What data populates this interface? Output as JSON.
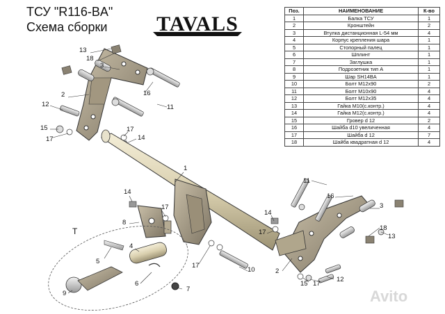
{
  "header": {
    "title_line1": "ТСУ  \"R116-BA\"",
    "title_line2": "Схема сборки",
    "logo": "TAVALS"
  },
  "parts_table": {
    "columns": [
      "Поз.",
      "НАИМЕНОВАНИЕ",
      "К-во"
    ],
    "rows": [
      [
        "1",
        "Балка ТСУ",
        "1"
      ],
      [
        "2",
        "Кронштейн",
        "2"
      ],
      [
        "3",
        "Втулка дистанционная L-54 мм",
        "4"
      ],
      [
        "4",
        "Корпус крепления шара",
        "1"
      ],
      [
        "5",
        "Стопорный палец",
        "1"
      ],
      [
        "6",
        "Шплинт",
        "1"
      ],
      [
        "7",
        "Заглушка",
        "1"
      ],
      [
        "8",
        "Подрозетник тип A",
        "1"
      ],
      [
        "9",
        "Шар SH14BA",
        "1"
      ],
      [
        "10",
        "Болт M12x90",
        "2"
      ],
      [
        "11",
        "Болт M10x90",
        "4"
      ],
      [
        "12",
        "Болт M12x35",
        "4"
      ],
      [
        "13",
        "Гайка M10(с.контр.)",
        "4"
      ],
      [
        "14",
        "Гайка M12(с.контр.)",
        "4"
      ],
      [
        "15",
        "Гровер d 12",
        "2"
      ],
      [
        "16",
        "Шайба d10 увеличенная",
        "4"
      ],
      [
        "17",
        "Шайба d 12",
        "7"
      ],
      [
        "18",
        "Шайба квадратная d 12",
        "4"
      ]
    ]
  },
  "callouts": {
    "c13a": "13",
    "c18a": "18",
    "c3a": "3",
    "c2a": "2",
    "c16a": "16",
    "c11a": "11",
    "c12a": "12",
    "c15a": "15",
    "c17a": "17",
    "c17b": "17",
    "c14a": "14",
    "c1": "1",
    "c14b": "14",
    "c17c": "17",
    "c8": "8",
    "cT": "T",
    "c5": "5",
    "c4": "4",
    "c6": "6",
    "c9": "9",
    "c17d": "17",
    "c10": "10",
    "c7": "7",
    "c11b": "11",
    "c16b": "16",
    "c3b": "3",
    "c18b": "18",
    "c13b": "13",
    "c14c": "14",
    "c17e": "17",
    "c2b": "2",
    "c15b": "15",
    "c17f": "17",
    "c12b": "12"
  },
  "watermark": "Avito"
}
